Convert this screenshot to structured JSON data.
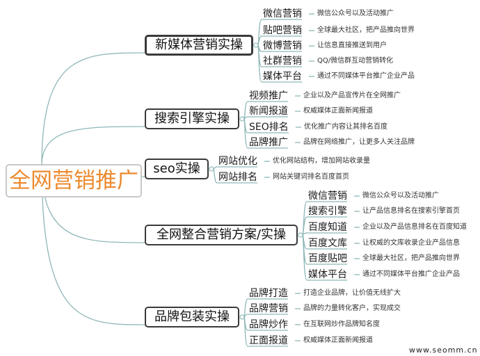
{
  "root": {
    "label": "全网营销推广"
  },
  "branches": [
    {
      "label": "新媒体营销实操",
      "leaves": [
        {
          "label": "微信营销",
          "desc": "微信公众号以及活动推广"
        },
        {
          "label": "贴吧营销",
          "desc": "全球最大社区，把产品推向世界"
        },
        {
          "label": "微博营销",
          "desc": "让信息直接推送到用户"
        },
        {
          "label": "社群营销",
          "desc": "QQ/微信群互动营销转化"
        },
        {
          "label": "媒体平台",
          "desc": "通过不同媒体平台推广企业产品"
        }
      ]
    },
    {
      "label": "搜索引擎实操",
      "leaves": [
        {
          "label": "视频推广",
          "desc": "企业以及产品宣传片在全网推广"
        },
        {
          "label": "新闻报道",
          "desc": "权威媒体正面新闻报道"
        },
        {
          "label": "SEO排名",
          "desc": "优化推广内容让其排名百度"
        },
        {
          "label": "品牌推广",
          "desc": "品牌在网络推广，让更多人关注品牌"
        }
      ]
    },
    {
      "label": "seo实操",
      "leaves": [
        {
          "label": "网站优化",
          "desc": "优化网站结构，增加网站收录量"
        },
        {
          "label": "网站排名",
          "desc": "网站关键词排名百度首页"
        }
      ]
    },
    {
      "label": "全网整合营销方案/实操",
      "leaves": [
        {
          "label": "微信营销",
          "desc": "微信公众号以及活动推广"
        },
        {
          "label": "搜索引擎",
          "desc": "让产品信息排名在搜索引擎首页"
        },
        {
          "label": "百度知道",
          "desc": "企业以及产品信息排名在百度知道"
        },
        {
          "label": "百度文库",
          "desc": "让权威的文库收录企业产品信息"
        },
        {
          "label": "百度贴吧",
          "desc": "全球最大社区，把产品推向世界"
        },
        {
          "label": "媒体平台",
          "desc": "通过不同媒体平台推广企业产品"
        }
      ]
    },
    {
      "label": "品牌包装实操",
      "leaves": [
        {
          "label": "品牌打造",
          "desc": "打造企业品牌，让价值无线扩大"
        },
        {
          "label": "品牌营销",
          "desc": "品牌的力量转化客户，实现成交"
        },
        {
          "label": "品牌炒作",
          "desc": "在互联网炒作品牌知名度"
        },
        {
          "label": "正面报道",
          "desc": "权威媒体正面新闻报道"
        }
      ]
    }
  ],
  "watermark": "www.seomm.cn",
  "colors": {
    "root_text": "#ec8a2f",
    "connector": "#8fb7b8",
    "branch_border": "#3a3a3a"
  }
}
